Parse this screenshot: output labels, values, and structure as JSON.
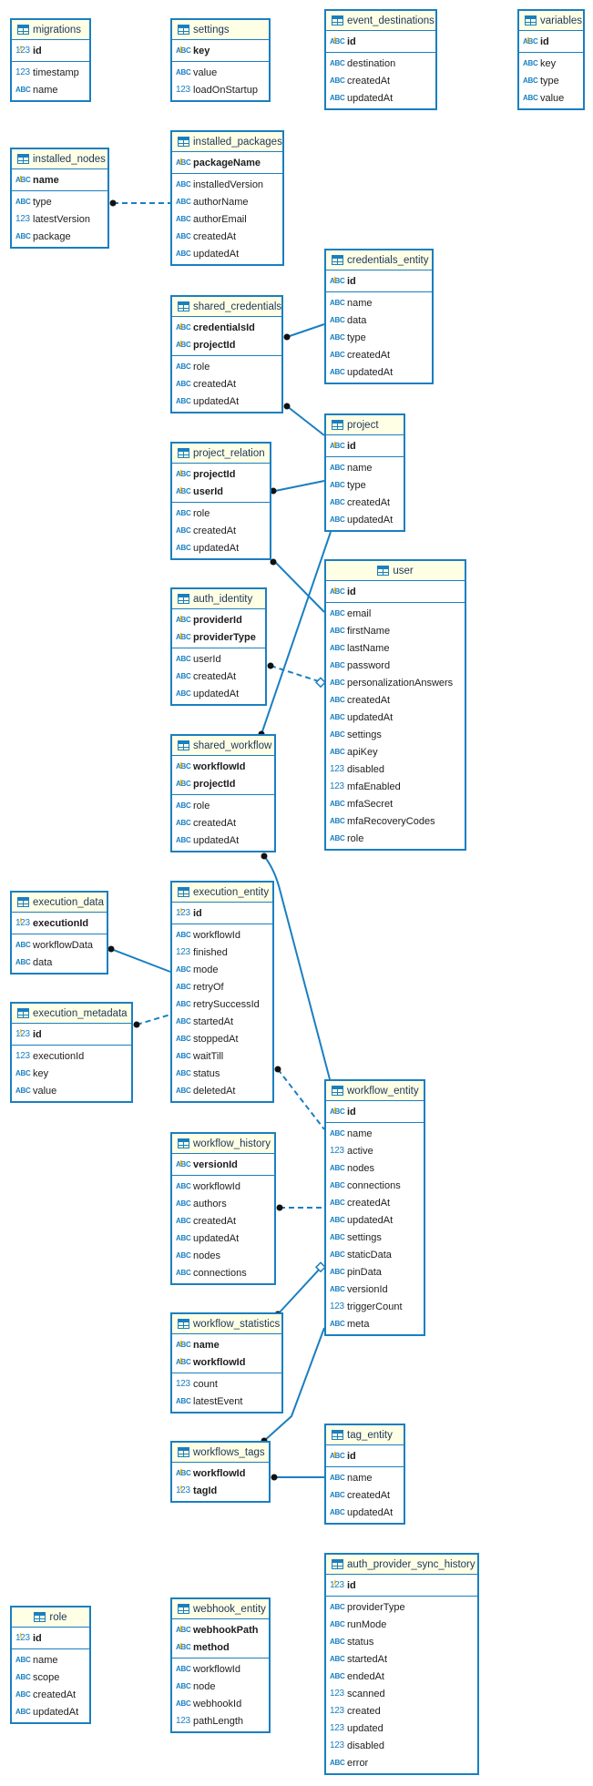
{
  "diagram": {
    "tables": [
      {
        "id": "migrations",
        "title": "migrations",
        "pk": [
          {
            "name": "id",
            "type": "123"
          }
        ],
        "cols": [
          {
            "name": "timestamp",
            "type": "123"
          },
          {
            "name": "name",
            "type": "ABC"
          }
        ]
      },
      {
        "id": "settings",
        "title": "settings",
        "pk": [
          {
            "name": "key",
            "type": "ABC"
          }
        ],
        "cols": [
          {
            "name": "value",
            "type": "ABC"
          },
          {
            "name": "loadOnStartup",
            "type": "123"
          }
        ]
      },
      {
        "id": "event_destinations",
        "title": "event_destinations",
        "pk": [
          {
            "name": "id",
            "type": "ABC"
          }
        ],
        "cols": [
          {
            "name": "destination",
            "type": "ABC"
          },
          {
            "name": "createdAt",
            "type": "ABC"
          },
          {
            "name": "updatedAt",
            "type": "ABC"
          }
        ]
      },
      {
        "id": "variables",
        "title": "variables",
        "pk": [
          {
            "name": "id",
            "type": "ABC"
          }
        ],
        "cols": [
          {
            "name": "key",
            "type": "ABC"
          },
          {
            "name": "type",
            "type": "ABC"
          },
          {
            "name": "value",
            "type": "ABC"
          }
        ]
      },
      {
        "id": "installed_nodes",
        "title": "installed_nodes",
        "pk": [
          {
            "name": "name",
            "type": "ABC"
          }
        ],
        "cols": [
          {
            "name": "type",
            "type": "ABC"
          },
          {
            "name": "latestVersion",
            "type": "123"
          },
          {
            "name": "package",
            "type": "ABC"
          }
        ]
      },
      {
        "id": "installed_packages",
        "title": "installed_packages",
        "pk": [
          {
            "name": "packageName",
            "type": "ABC"
          }
        ],
        "cols": [
          {
            "name": "installedVersion",
            "type": "ABC"
          },
          {
            "name": "authorName",
            "type": "ABC"
          },
          {
            "name": "authorEmail",
            "type": "ABC"
          },
          {
            "name": "createdAt",
            "type": "ABC"
          },
          {
            "name": "updatedAt",
            "type": "ABC"
          }
        ]
      },
      {
        "id": "credentials_entity",
        "title": "credentials_entity",
        "pk": [
          {
            "name": "id",
            "type": "ABC"
          }
        ],
        "cols": [
          {
            "name": "name",
            "type": "ABC"
          },
          {
            "name": "data",
            "type": "ABC"
          },
          {
            "name": "type",
            "type": "ABC"
          },
          {
            "name": "createdAt",
            "type": "ABC"
          },
          {
            "name": "updatedAt",
            "type": "ABC"
          }
        ]
      },
      {
        "id": "shared_credentials",
        "title": "shared_credentials",
        "pk": [
          {
            "name": "credentialsId",
            "type": "ABC"
          },
          {
            "name": "projectId",
            "type": "ABC"
          }
        ],
        "cols": [
          {
            "name": "role",
            "type": "ABC"
          },
          {
            "name": "createdAt",
            "type": "ABC"
          },
          {
            "name": "updatedAt",
            "type": "ABC"
          }
        ]
      },
      {
        "id": "project",
        "title": "project",
        "pk": [
          {
            "name": "id",
            "type": "ABC"
          }
        ],
        "cols": [
          {
            "name": "name",
            "type": "ABC"
          },
          {
            "name": "type",
            "type": "ABC"
          },
          {
            "name": "createdAt",
            "type": "ABC"
          },
          {
            "name": "updatedAt",
            "type": "ABC"
          }
        ]
      },
      {
        "id": "project_relation",
        "title": "project_relation",
        "pk": [
          {
            "name": "projectId",
            "type": "ABC"
          },
          {
            "name": "userId",
            "type": "ABC"
          }
        ],
        "cols": [
          {
            "name": "role",
            "type": "ABC"
          },
          {
            "name": "createdAt",
            "type": "ABC"
          },
          {
            "name": "updatedAt",
            "type": "ABC"
          }
        ]
      },
      {
        "id": "user",
        "title": "user",
        "pk": [
          {
            "name": "id",
            "type": "ABC"
          }
        ],
        "cols": [
          {
            "name": "email",
            "type": "ABC"
          },
          {
            "name": "firstName",
            "type": "ABC"
          },
          {
            "name": "lastName",
            "type": "ABC"
          },
          {
            "name": "password",
            "type": "ABC"
          },
          {
            "name": "personalizationAnswers",
            "type": "ABC"
          },
          {
            "name": "createdAt",
            "type": "ABC"
          },
          {
            "name": "updatedAt",
            "type": "ABC"
          },
          {
            "name": "settings",
            "type": "ABC"
          },
          {
            "name": "apiKey",
            "type": "ABC"
          },
          {
            "name": "disabled",
            "type": "123"
          },
          {
            "name": "mfaEnabled",
            "type": "123"
          },
          {
            "name": "mfaSecret",
            "type": "ABC"
          },
          {
            "name": "mfaRecoveryCodes",
            "type": "ABC"
          },
          {
            "name": "role",
            "type": "ABC"
          }
        ]
      },
      {
        "id": "auth_identity",
        "title": "auth_identity",
        "pk": [
          {
            "name": "providerId",
            "type": "ABC"
          },
          {
            "name": "providerType",
            "type": "ABC"
          }
        ],
        "cols": [
          {
            "name": "userId",
            "type": "ABC"
          },
          {
            "name": "createdAt",
            "type": "ABC"
          },
          {
            "name": "updatedAt",
            "type": "ABC"
          }
        ]
      },
      {
        "id": "shared_workflow",
        "title": "shared_workflow",
        "pk": [
          {
            "name": "workflowId",
            "type": "ABC"
          },
          {
            "name": "projectId",
            "type": "ABC"
          }
        ],
        "cols": [
          {
            "name": "role",
            "type": "ABC"
          },
          {
            "name": "createdAt",
            "type": "ABC"
          },
          {
            "name": "updatedAt",
            "type": "ABC"
          }
        ]
      },
      {
        "id": "execution_data",
        "title": "execution_data",
        "pk": [
          {
            "name": "executionId",
            "type": "123"
          }
        ],
        "cols": [
          {
            "name": "workflowData",
            "type": "ABC"
          },
          {
            "name": "data",
            "type": "ABC"
          }
        ]
      },
      {
        "id": "execution_entity",
        "title": "execution_entity",
        "pk": [
          {
            "name": "id",
            "type": "123"
          }
        ],
        "cols": [
          {
            "name": "workflowId",
            "type": "ABC"
          },
          {
            "name": "finished",
            "type": "123"
          },
          {
            "name": "mode",
            "type": "ABC"
          },
          {
            "name": "retryOf",
            "type": "ABC"
          },
          {
            "name": "retrySuccessId",
            "type": "ABC"
          },
          {
            "name": "startedAt",
            "type": "ABC"
          },
          {
            "name": "stoppedAt",
            "type": "ABC"
          },
          {
            "name": "waitTill",
            "type": "ABC"
          },
          {
            "name": "status",
            "type": "ABC"
          },
          {
            "name": "deletedAt",
            "type": "ABC"
          }
        ]
      },
      {
        "id": "execution_metadata",
        "title": "execution_metadata",
        "pk": [
          {
            "name": "id",
            "type": "123"
          }
        ],
        "cols": [
          {
            "name": "executionId",
            "type": "123"
          },
          {
            "name": "key",
            "type": "ABC"
          },
          {
            "name": "value",
            "type": "ABC"
          }
        ]
      },
      {
        "id": "workflow_entity",
        "title": "workflow_entity",
        "pk": [
          {
            "name": "id",
            "type": "ABC"
          }
        ],
        "cols": [
          {
            "name": "name",
            "type": "ABC"
          },
          {
            "name": "active",
            "type": "123"
          },
          {
            "name": "nodes",
            "type": "ABC"
          },
          {
            "name": "connections",
            "type": "ABC"
          },
          {
            "name": "createdAt",
            "type": "ABC"
          },
          {
            "name": "updatedAt",
            "type": "ABC"
          },
          {
            "name": "settings",
            "type": "ABC"
          },
          {
            "name": "staticData",
            "type": "ABC"
          },
          {
            "name": "pinData",
            "type": "ABC"
          },
          {
            "name": "versionId",
            "type": "ABC"
          },
          {
            "name": "triggerCount",
            "type": "123"
          },
          {
            "name": "meta",
            "type": "ABC"
          }
        ]
      },
      {
        "id": "workflow_history",
        "title": "workflow_history",
        "pk": [
          {
            "name": "versionId",
            "type": "ABC"
          }
        ],
        "cols": [
          {
            "name": "workflowId",
            "type": "ABC"
          },
          {
            "name": "authors",
            "type": "ABC"
          },
          {
            "name": "createdAt",
            "type": "ABC"
          },
          {
            "name": "updatedAt",
            "type": "ABC"
          },
          {
            "name": "nodes",
            "type": "ABC"
          },
          {
            "name": "connections",
            "type": "ABC"
          }
        ]
      },
      {
        "id": "workflow_statistics",
        "title": "workflow_statistics",
        "pk": [
          {
            "name": "name",
            "type": "ABC"
          },
          {
            "name": "workflowId",
            "type": "ABC"
          }
        ],
        "cols": [
          {
            "name": "count",
            "type": "123"
          },
          {
            "name": "latestEvent",
            "type": "ABC"
          }
        ]
      },
      {
        "id": "workflows_tags",
        "title": "workflows_tags",
        "pk": [
          {
            "name": "workflowId",
            "type": "ABC"
          },
          {
            "name": "tagId",
            "type": "123"
          }
        ],
        "cols": []
      },
      {
        "id": "tag_entity",
        "title": "tag_entity",
        "pk": [
          {
            "name": "id",
            "type": "ABC"
          }
        ],
        "cols": [
          {
            "name": "name",
            "type": "ABC"
          },
          {
            "name": "createdAt",
            "type": "ABC"
          },
          {
            "name": "updatedAt",
            "type": "ABC"
          }
        ]
      },
      {
        "id": "role",
        "title": "role",
        "pk": [
          {
            "name": "id",
            "type": "123"
          }
        ],
        "cols": [
          {
            "name": "name",
            "type": "ABC"
          },
          {
            "name": "scope",
            "type": "ABC"
          },
          {
            "name": "createdAt",
            "type": "ABC"
          },
          {
            "name": "updatedAt",
            "type": "ABC"
          }
        ]
      },
      {
        "id": "webhook_entity",
        "title": "webhook_entity",
        "pk": [
          {
            "name": "webhookPath",
            "type": "ABC"
          },
          {
            "name": "method",
            "type": "ABC"
          }
        ],
        "cols": [
          {
            "name": "workflowId",
            "type": "ABC"
          },
          {
            "name": "node",
            "type": "ABC"
          },
          {
            "name": "webhookId",
            "type": "ABC"
          },
          {
            "name": "pathLength",
            "type": "123"
          }
        ]
      },
      {
        "id": "auth_provider_sync_history",
        "title": "auth_provider_sync_history",
        "pk": [
          {
            "name": "id",
            "type": "123"
          }
        ],
        "cols": [
          {
            "name": "providerType",
            "type": "ABC"
          },
          {
            "name": "runMode",
            "type": "ABC"
          },
          {
            "name": "status",
            "type": "ABC"
          },
          {
            "name": "startedAt",
            "type": "ABC"
          },
          {
            "name": "endedAt",
            "type": "ABC"
          },
          {
            "name": "scanned",
            "type": "123"
          },
          {
            "name": "created",
            "type": "123"
          },
          {
            "name": "updated",
            "type": "123"
          },
          {
            "name": "disabled",
            "type": "123"
          },
          {
            "name": "error",
            "type": "ABC"
          }
        ]
      }
    ],
    "relations": [
      {
        "from": "installed_nodes",
        "to": "installed_packages",
        "style": "dashed"
      },
      {
        "from": "shared_credentials",
        "to": "credentials_entity",
        "style": "solid"
      },
      {
        "from": "shared_credentials",
        "to": "project",
        "style": "solid"
      },
      {
        "from": "project_relation",
        "to": "project",
        "style": "solid"
      },
      {
        "from": "project_relation",
        "to": "user",
        "style": "solid"
      },
      {
        "from": "auth_identity",
        "to": "user",
        "style": "dashed"
      },
      {
        "from": "shared_workflow",
        "to": "project",
        "style": "solid"
      },
      {
        "from": "shared_workflow",
        "to": "workflow_entity",
        "style": "solid"
      },
      {
        "from": "execution_data",
        "to": "execution_entity",
        "style": "solid"
      },
      {
        "from": "execution_metadata",
        "to": "execution_entity",
        "style": "dashed"
      },
      {
        "from": "execution_entity",
        "to": "workflow_entity",
        "style": "dashed"
      },
      {
        "from": "workflow_history",
        "to": "workflow_entity",
        "style": "dashed"
      },
      {
        "from": "workflow_statistics",
        "to": "workflow_entity",
        "style": "solid"
      },
      {
        "from": "workflows_tags",
        "to": "workflow_entity",
        "style": "solid"
      },
      {
        "from": "workflows_tags",
        "to": "tag_entity",
        "style": "solid"
      }
    ]
  }
}
